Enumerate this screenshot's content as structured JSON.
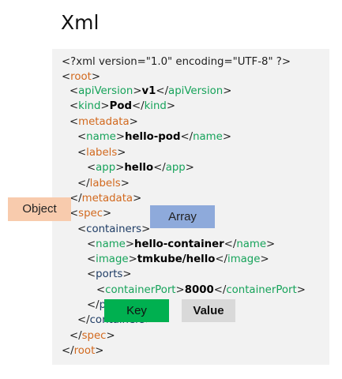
{
  "title": "Xml",
  "code": {
    "declaration": "<?xml version=\"1.0\" encoding=\"UTF-8\" ?>",
    "root_tag": "root",
    "apiVersion_tag": "apiVersion",
    "apiVersion_value": "v1",
    "kind_tag": "kind",
    "kind_value": "Pod",
    "metadata_tag": "metadata",
    "name_tag": "name",
    "name_value": "hello-pod",
    "labels_tag": "labels",
    "app_tag": "app",
    "app_value": "hello",
    "spec_tag": "spec",
    "containers_tag": "containers",
    "container_name_value": "hello-container",
    "image_tag": "image",
    "image_value": "tmkube/hello",
    "ports_tag": "ports",
    "containerPort_tag": "containerPort",
    "containerPort_value": "8000",
    "ports_close_partial": "p"
  },
  "labels": {
    "object": "Object",
    "array": "Array",
    "key": "Key",
    "value": "Value"
  },
  "colors": {
    "object_label_bg": "#f8cbad",
    "array_label_bg": "#8eaadb",
    "key_label_bg": "#00b050",
    "value_label_bg": "#d9d9d9",
    "panel_bg": "#f2f2f2",
    "object_tag": "#d2691e",
    "key_tag": "#16a35a",
    "array_tag": "#1f3d66"
  }
}
